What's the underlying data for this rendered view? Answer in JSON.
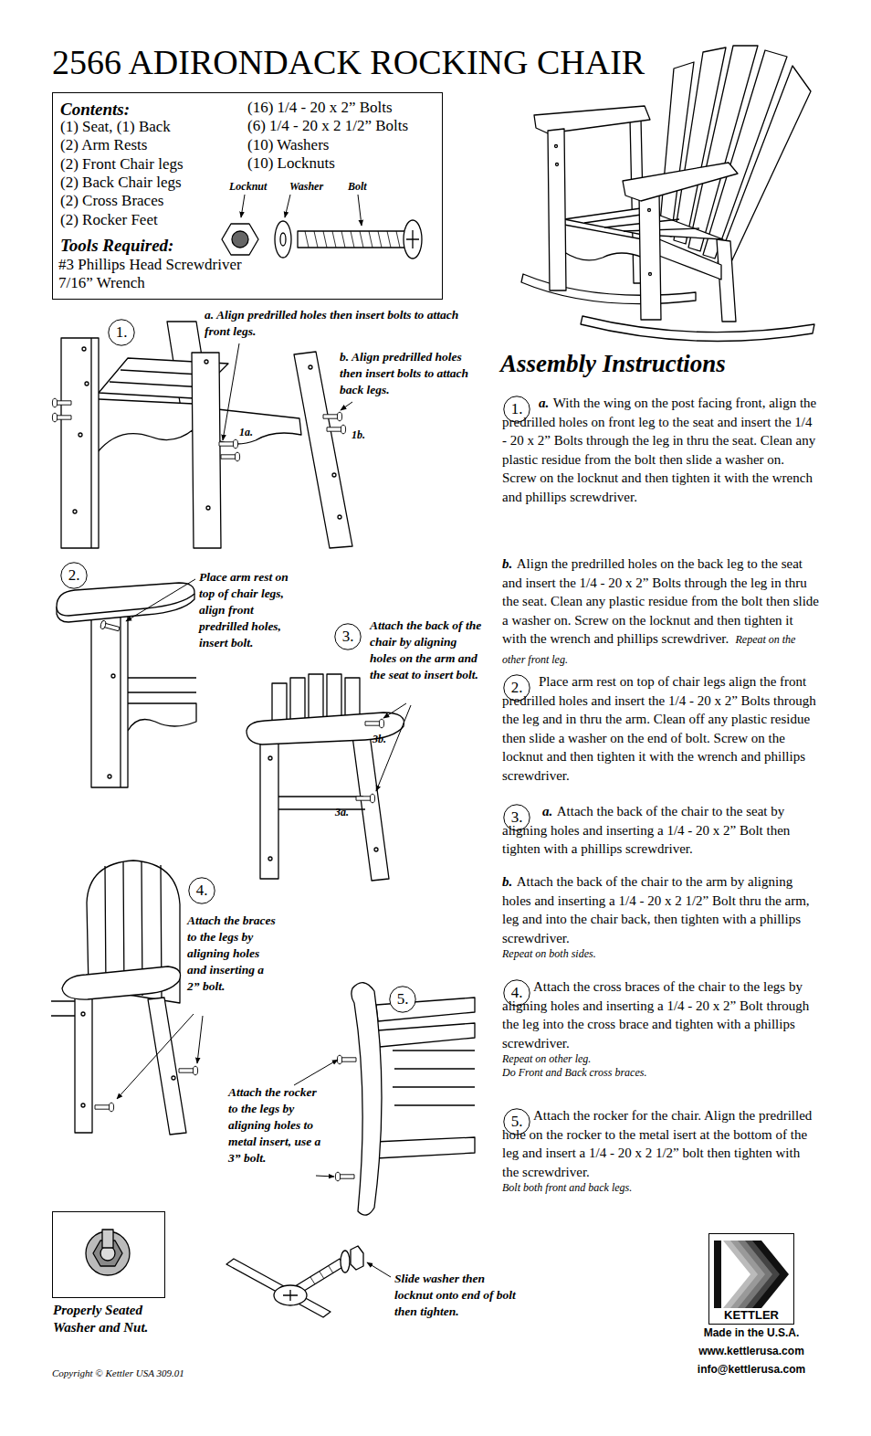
{
  "diagram": {
    "title": "2566 ADIRONDACK ROCKING CHAIR",
    "nodes": [
      {
        "text": [
          "Contents:",
          "(1) Seat, (1) Back",
          "(2) Arm Rests",
          "(2) Front Chair legs",
          "(2) Back Chair legs",
          "(2) Cross Braces",
          "(2) Rocker Feet",
          "Tools Required:",
          "#3 Phillips Head Screwdriver",
          "7/16” Wrench",
          "(16) 1/4 - 20 x 2” Bolts",
          "(6) 1/4 - 20 x 2 1/2” Bolts",
          "(10) Washers",
          "(10) Locknuts",
          "Locknut",
          "Washer",
          "Bolt"
        ]
      },
      {
        "text": [
          "1."
        ]
      },
      {
        "text": [
          "2."
        ]
      },
      {
        "text": [
          "3."
        ]
      },
      {
        "text": [
          "4."
        ]
      },
      {
        "text": [
          "5."
        ]
      },
      {
        "text": [
          "Properly Seated Washer and Nut."
        ]
      },
      {
        "text": [
          "1."
        ]
      },
      {
        "text": [
          "2."
        ]
      },
      {
        "text": [
          "3."
        ]
      },
      {
        "text": [
          "4."
        ]
      },
      {
        "text": [
          "5."
        ]
      },
      {
        "text": [
          "KETTLER"
        ]
      }
    ],
    "labels": [
      "a. Align predrilled holes then insert bolts to attach front legs.",
      "b. Align predrilled holes then insert bolts to attach back legs.",
      "1a.",
      "1b.",
      "Place arm rest on top of chair legs, align front predrilled holes, insert bolt.",
      "Attach the back of the chair by aligning holes on the arm and the seat to insert bolt.",
      "3b.",
      "3a.",
      "Attach the braces to the legs by aligning holes and inserting a 2” bolt.",
      "Attach the rocker to the legs by aligning holes to metal insert, use a 3” bolt.",
      "Slide washer then locknut onto end of bolt then tighten.",
      "Copyright © Kettler USA 309.01",
      "Assembly Instructions",
      "a.",
      "With the wing on the post facing front, align the predrilled holes on front leg to the seat and insert the 1/4 - 20 x 2” Bolts through the leg in thru the seat. Clean any plastic residue from the bolt then slide a washer on. Screw on the locknut and then tighten it with the wrench and phillips screwdriver.",
      "b.",
      "Align the predrilled holes on the back leg to the seat and insert the 1/4 - 20 x 2” Bolts through the leg in thru the seat. Clean any plastic residue from the bolt then slide a washer on. Screw on the locknut and then tighten it with the wrench and phillips screwdriver.",
      "Repeat on the other front leg.",
      "Place arm rest on top of chair legs align the front predrilled holes and insert the 1/4 - 20 x 2” Bolts through the leg and in thru the arm. Clean off any plastic residue then slide a washer on the end of bolt. Screw on the locknut and then tighten it with the wrench and phillips screwdriver.",
      "a.",
      "Attach the back of the chair to the seat by aligning holes and inserting a 1/4 - 20 x 2” Bolt then tighten with a phillips screwdriver.",
      "b.",
      "Attach the back of the chair to the arm by aligning holes and inserting a 1/4 - 20 x 2 1/2” Bolt thru the arm, leg and into the chair back, then tighten with a phillips screwdriver.",
      "Repeat on both sides.",
      "Attach the cross braces of the chair to the legs by aligning holes and inserting a 1/4 - 20 x 2” Bolt through the leg into the cross brace and tighten with a phillips screwdriver.",
      "Repeat on other leg.",
      "Do Front and Back cross braces.",
      "Attach the rocker for the chair. Align the predrilled hole on the rocker to the metal isert at the bottom of the leg and insert a 1/4 - 20 x 2 1/2” bolt then tighten with the screwdriver.",
      "Bolt both front and back legs.",
      "Made in the U.S.A.",
      "www.kettlerusa.com",
      "info@kettlerusa.com"
    ]
  }
}
